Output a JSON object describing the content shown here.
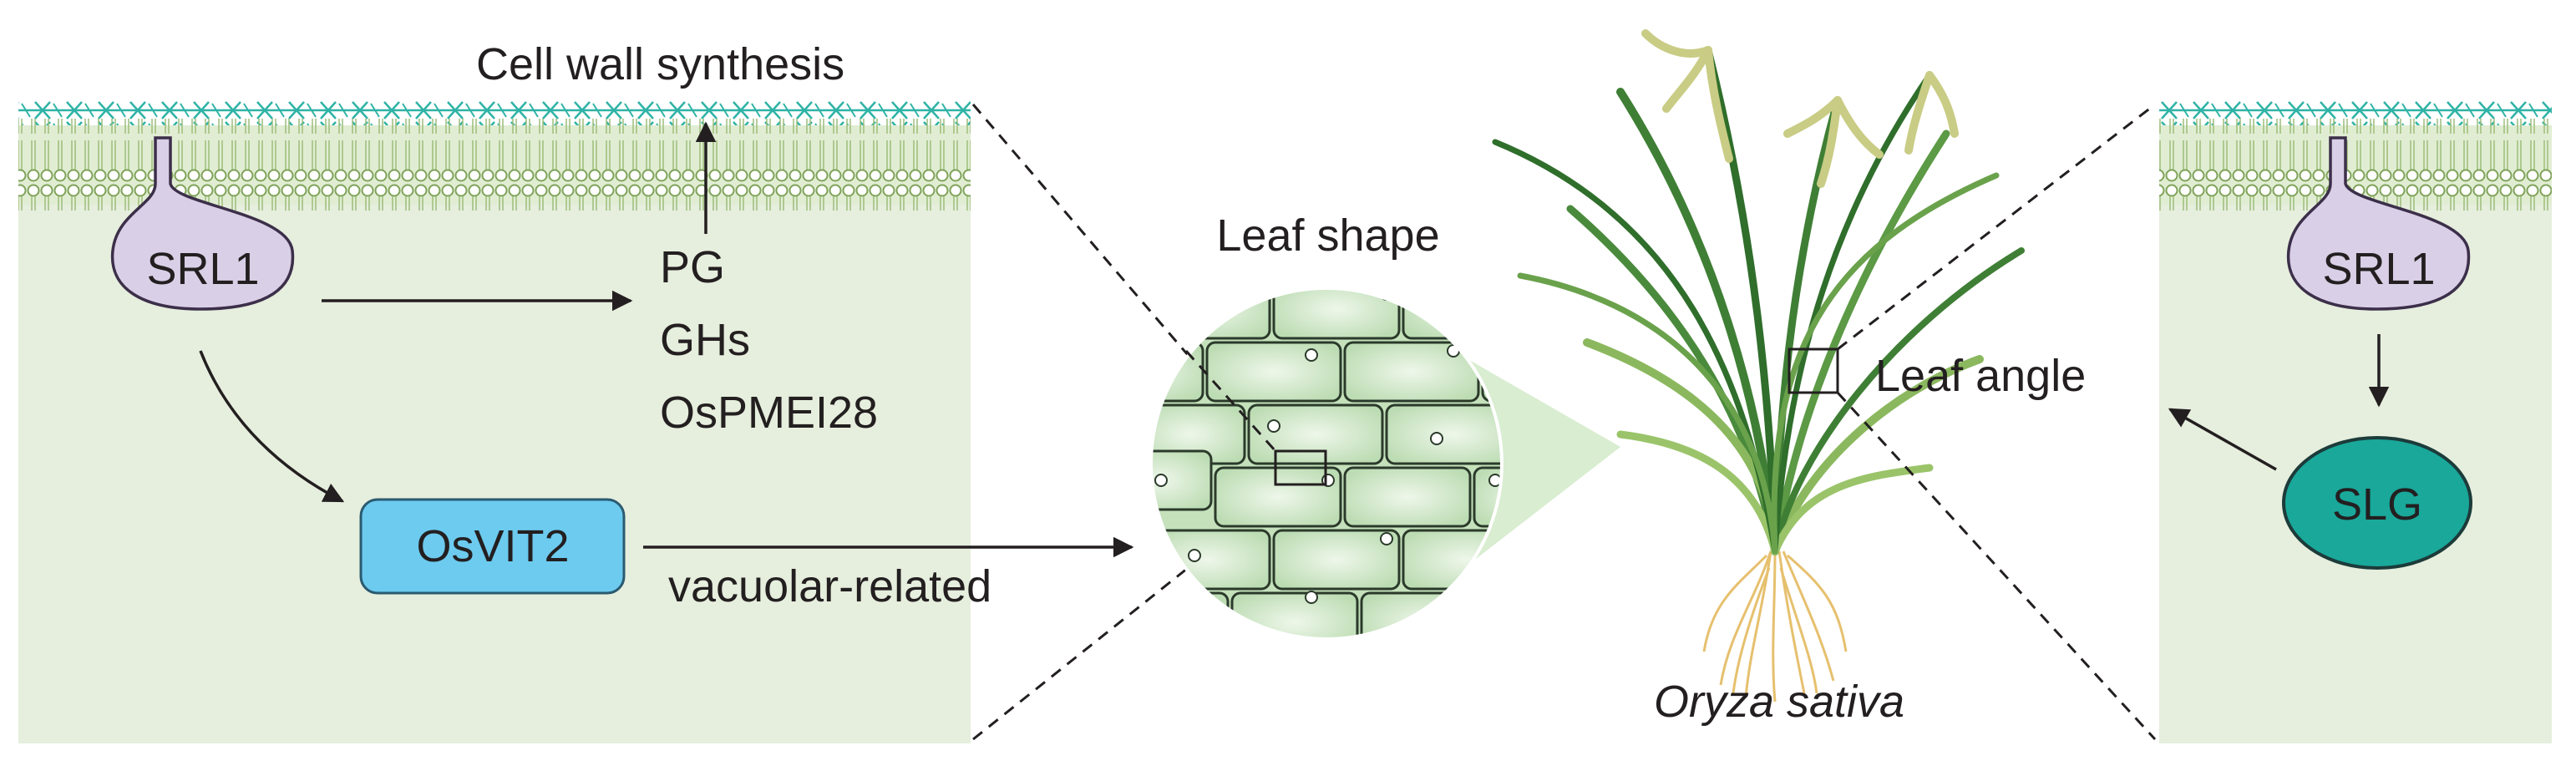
{
  "labels": {
    "cell_wall_synthesis": "Cell wall synthesis",
    "pg": "PG",
    "ghs": "GHs",
    "ospmei28": "OsPMEI28",
    "leaf_shape": "Leaf shape",
    "vacuolar_related": "vacuolar-related",
    "leaf_angle": "Leaf angle",
    "species": "Oryza sativa"
  },
  "nodes": {
    "srl1_left": "SRL1",
    "osvit2": "OsVIT2",
    "srl1_right": "SRL1",
    "slg": "SLG"
  },
  "colors": {
    "cell_panel": "#e6eedd",
    "membrane": "#cfe3b6",
    "lipid_head": "#ffffff",
    "lipid_stroke": "#7fa35a",
    "wall_fiber": "#2fb3a6",
    "srl1_fill": "#d9cfe6",
    "srl1_stroke": "#3c2f4a",
    "osvit2_fill": "#6ccbef",
    "slg_fill": "#19a89a",
    "leaf_cell": "#d6ecd2",
    "leaf_dark": "#2f7a3a",
    "leaf_light": "#9bc46a",
    "panicle": "#d7d9a4",
    "root": "#e6c06e"
  }
}
